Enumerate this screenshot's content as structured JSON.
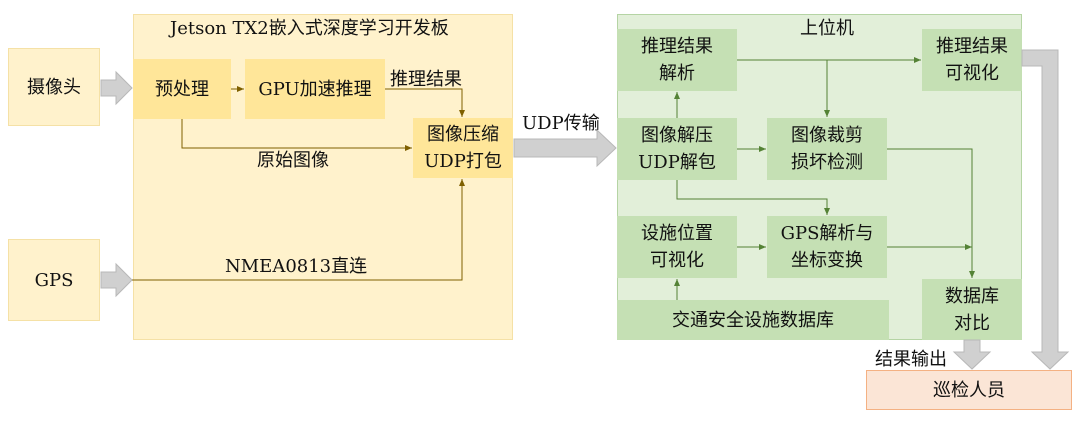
{
  "jetson": {
    "title": "Jetson TX2嵌入式深度学习开发板",
    "preprocess": "预处理",
    "gpu_infer": "GPU加速推理",
    "infer_result_label": "推理结果",
    "compress_pack": [
      "图像压缩",
      "UDP打包"
    ],
    "raw_image_label": "原始图像",
    "nmea_label": "NMEA0813直连"
  },
  "inputs": {
    "camera": "摄像头",
    "gps": "GPS"
  },
  "transfer_label": "UDP传输",
  "host": {
    "title": "上位机",
    "parse_result": [
      "推理结果",
      "解析"
    ],
    "visualize_result": [
      "推理结果",
      "可视化"
    ],
    "decompress_unpack": [
      "图像解压",
      "UDP解包"
    ],
    "crop_detect": [
      "图像裁剪",
      "损坏检测"
    ],
    "facility_visual": [
      "设施位置",
      "可视化"
    ],
    "gps_transform": [
      "GPS解析与",
      "坐标变换"
    ],
    "database": "交通安全设施数据库",
    "db_compare": [
      "数据库",
      "对比"
    ]
  },
  "output": {
    "result_label": "结果输出",
    "inspector": "巡检人员"
  },
  "colors": {
    "yellow_light": "#fff2cc",
    "yellow_dark": "#ffe699",
    "green_light": "#e2efd9",
    "green_box": "#c5e0b4",
    "orange": "#fbe5d6",
    "connector": "#7f6000",
    "connector_green": "#548235",
    "big_arrow": "#d0d0d0"
  }
}
